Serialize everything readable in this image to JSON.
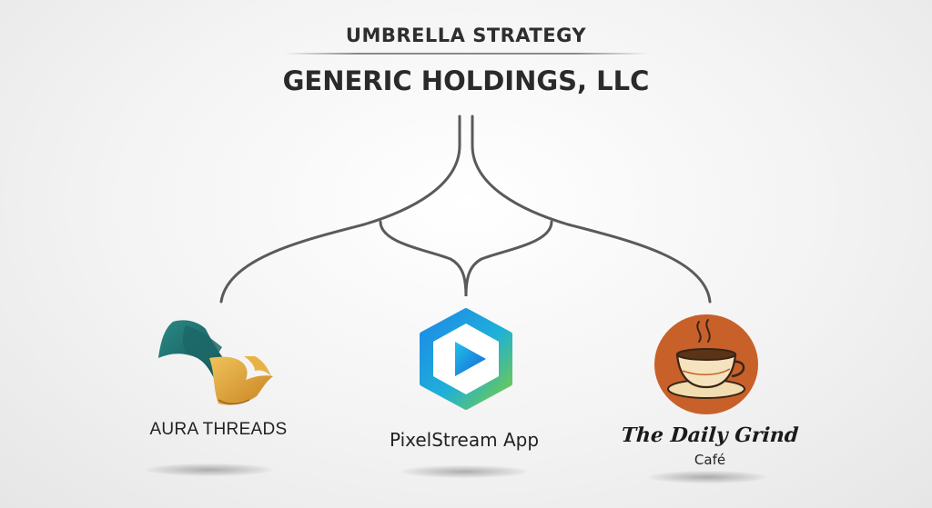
{
  "header": {
    "strategy_label": "UMBRELLA STRATEGY",
    "parent_company": "GENERIC HOLDINGS, LLC"
  },
  "brands": [
    {
      "name": "AURA THREADS",
      "icon": "silk-scarf-icon"
    },
    {
      "name": "PixelStream App",
      "icon": "hexagon-play-icon"
    },
    {
      "name": "The Daily Grind",
      "subtitle": "Café",
      "icon": "coffee-cup-icon"
    }
  ],
  "colors": {
    "line": "#5a5a5a",
    "aura_teal": "#1f6e6e",
    "aura_gold": "#e3a83c",
    "pixel_blue": "#1e8ee0",
    "pixel_green": "#7ccd3a",
    "cafe_orange": "#c8602a"
  }
}
